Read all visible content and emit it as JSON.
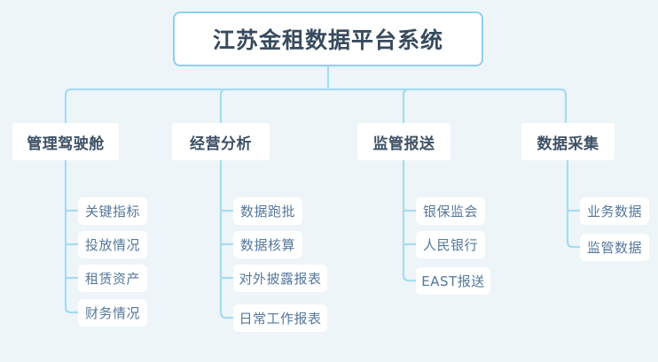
{
  "diagram": {
    "type": "organization-tree",
    "background_color": "#eef5f9",
    "accent_color": "#8ad2ef",
    "root": {
      "label": "江苏金租数据平台系统",
      "text_color": "#384b5f",
      "border_color": "#8ad2ef",
      "fill_color": "#ffffff"
    },
    "branches": [
      {
        "label": "管理驾驶舱",
        "children": [
          {
            "label": "关键指标"
          },
          {
            "label": "投放情况"
          },
          {
            "label": "租赁资产"
          },
          {
            "label": "财务情况"
          }
        ]
      },
      {
        "label": "经营分析",
        "children": [
          {
            "label": "数据跑批"
          },
          {
            "label": "数据核算"
          },
          {
            "label": "对外披露报表"
          },
          {
            "label": "日常工作报表"
          }
        ]
      },
      {
        "label": "监管报送",
        "children": [
          {
            "label": "银保监会"
          },
          {
            "label": "人民银行"
          },
          {
            "label": "EAST报送"
          }
        ]
      },
      {
        "label": "数据采集",
        "children": [
          {
            "label": "业务数据"
          },
          {
            "label": "监管数据"
          }
        ]
      }
    ]
  }
}
